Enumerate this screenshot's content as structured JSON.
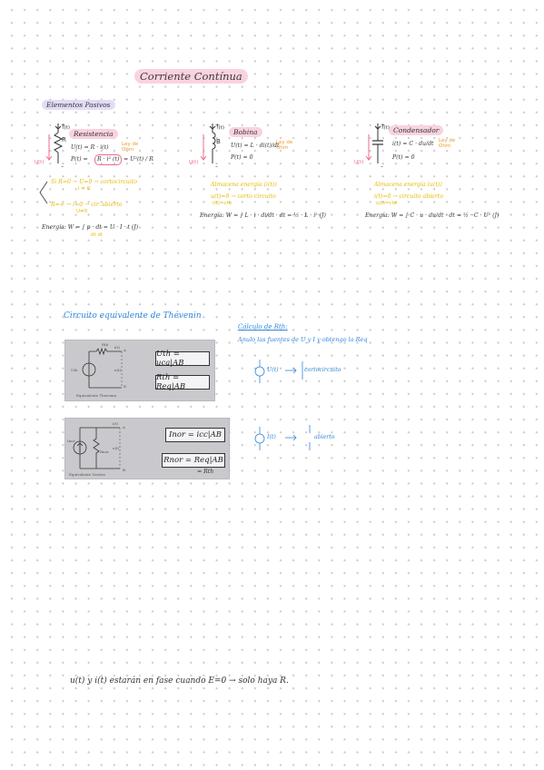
{
  "title": "Corriente Contínua",
  "passive": {
    "heading": "Elementos Pasivos",
    "resistor": {
      "label": "Resistencia",
      "terminal_r": "R",
      "plus": "+",
      "minus": "–",
      "current": "i(t)",
      "voltage": "U(t)",
      "law": "U(t) = R · i(t)",
      "law_note": "Ley de Ohm",
      "power_prefix": "P(t) =",
      "power_box": "R · i² (t)",
      "power_suffix": "= U²(t) / R",
      "line1": "Si R=0 → U=0 → cortocircuito",
      "line1_sub": "i ≠ 0",
      "line2": "R=∞ → i=0 → cir. abierto",
      "line2_sub": "U≠0",
      "energy": "Energía: W = ∫ p · dt = U · I · t (J)",
      "energy_sub": "dt   dt"
    },
    "coil": {
      "label": "Bobina",
      "terminal": "B",
      "plus": "+",
      "minus": "–",
      "current": "i(t)",
      "voltage": "U(t)",
      "law": "U(t) = L · di(t)/dt",
      "law_note": "Ley de Ohm",
      "power": "P(t) = 0",
      "line1": "Almacena energía (i(t))",
      "line2": "u(t)=0 → corto circuito",
      "line2_sub": "i(t)=cte",
      "energy": "Energía: W = ∫ L · i · di/dt · dt = ½ · L · i² (J)"
    },
    "capacitor": {
      "label": "Condensador",
      "plus": "+",
      "minus": "–",
      "current": "i(t)",
      "voltage": "U(t)",
      "law": "i(t) = C · du/dt",
      "law_note": "Ley de Ohm",
      "power": "P(t) = 0",
      "line1": "Almacena energía (u(t))",
      "line2": "i(t)=0 → circuito abierto",
      "line2_sub": "u(t)=cte",
      "energy": "Energía: W = ∫ C · u · du/dt · dt = ½ · C · U² (J)"
    }
  },
  "thevenin": {
    "heading": "Circuito equivalente de Thévenin",
    "figure1": {
      "rth": "Rth",
      "it": "i(t)",
      "a": "A",
      "ut": "u(t)",
      "b": "B",
      "uth": "Uth",
      "caption": "Equivalente Thevenin",
      "eq1": "Uth = uca|AB",
      "eq2": "Rth = Req|AB"
    },
    "figure2": {
      "inor": "Inor",
      "rnor": "Rnor",
      "it": "i(t)",
      "a": "A",
      "ut": "u(t)",
      "b": "B",
      "caption": "Equivalente Norton",
      "eq1": "Inor = icc|AB",
      "eq2": "Rnor = Req|AB",
      "eq2_note": "= Rth"
    },
    "calc": {
      "title": "Cálculo de Rth:",
      "text": "Anulo las fuentes de U y I y obtengo la Req",
      "item1_src": "U(t)",
      "item1_result": "cortocircuito",
      "item2_src": "I(t)",
      "item2_result": "abierto"
    }
  },
  "footer": "u(t) y i(t) estarán en fase cuando E=0 → solo haya R."
}
